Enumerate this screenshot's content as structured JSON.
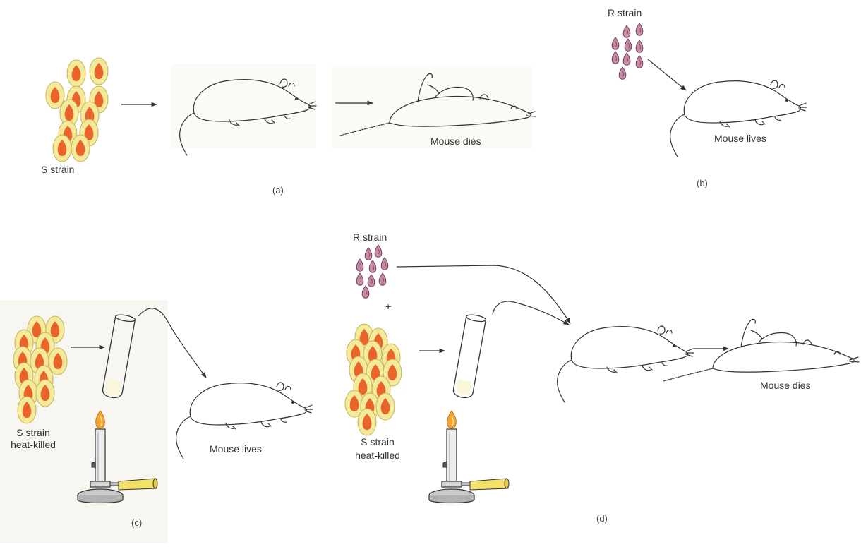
{
  "panels": {
    "a": {
      "letter": "(a)",
      "source_label": "S strain",
      "outcome_label": "Mouse dies"
    },
    "b": {
      "letter": "(b)",
      "source_label": "R strain",
      "outcome_label": "Mouse lives"
    },
    "c": {
      "letter": "(c)",
      "source_label_line1": "S strain",
      "source_label_line2": "heat-killed",
      "outcome_label": "Mouse lives"
    },
    "d": {
      "letter": "(d)",
      "r_label": "R strain",
      "plus": "+",
      "source_label_line1": "S strain",
      "source_label_line2": "heat-killed",
      "outcome_label": "Mouse dies"
    }
  },
  "colors": {
    "s_cell_capsule": "#f3ea9a",
    "s_cell_outline": "#c9b25a",
    "s_cell_nucleus": "#e8642a",
    "r_cell": "#c98aa6",
    "r_cell_outline": "#6e3f57",
    "line": "#333333",
    "flame": "#f6a531",
    "hose": "#f4e16b"
  }
}
